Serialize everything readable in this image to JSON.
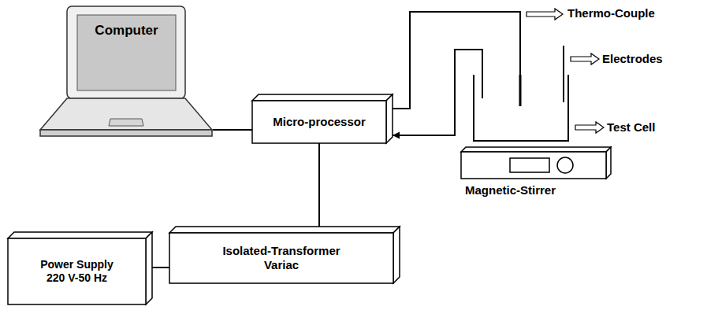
{
  "diagram": {
    "nodes": [
      {
        "text": [
          "Computer"
        ]
      },
      {
        "text": [
          "Micro-processor"
        ]
      },
      {
        "text": [
          "Test Cell"
        ]
      },
      {
        "text": [
          "Magnetic-Stirrer"
        ]
      },
      {
        "text": [
          "Power Supply 220 V-50 Hz"
        ]
      },
      {
        "text": [
          "Isolated-Transformer Variac"
        ]
      }
    ],
    "edges": [
      {
        "from": 0,
        "to": 1,
        "arrow": "none"
      },
      {
        "from": 1,
        "to": 2,
        "arrow": "none"
      },
      {
        "from": 2,
        "to": 1,
        "arrow": "to"
      },
      {
        "from": 1,
        "to": 5,
        "arrow": "none"
      },
      {
        "from": 4,
        "to": 5,
        "arrow": "none"
      }
    ],
    "labels": [
      "Thermo-Couple",
      "Electrodes"
    ]
  }
}
